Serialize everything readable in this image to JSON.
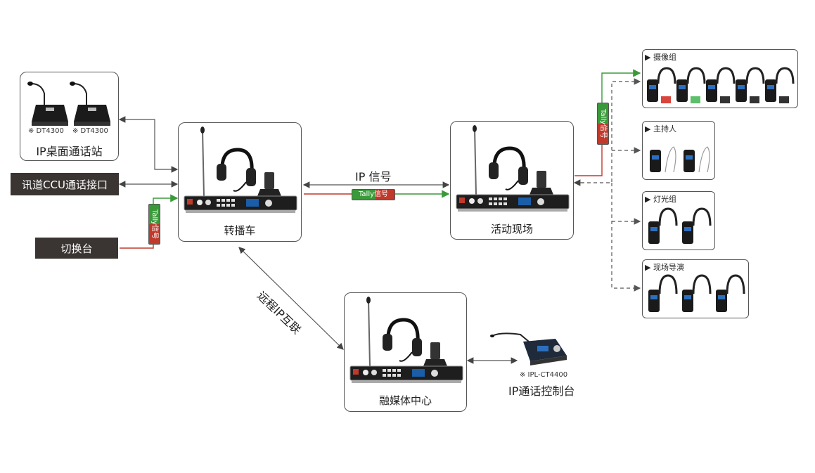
{
  "left": {
    "desk_station": {
      "model_a": "※ DT4300",
      "model_b": "※ DT4300",
      "label": "IP桌面通话站"
    },
    "ccu_label": "讯道CCU通话接口",
    "switcher_label": "切换台"
  },
  "nodes": {
    "obvan": "转播车",
    "event_site": "活动现场",
    "media_center": "融媒体中心"
  },
  "links": {
    "ip_signal": "IP 信号",
    "tally_signal": "Tally信号",
    "tally_vertical_left": "Tally信号",
    "tally_vertical_right": "Tally信号",
    "remote_ip": "远程IP互联"
  },
  "console": {
    "model": "※ IPL-CT4400",
    "label": "IP通话控制台"
  },
  "groups": {
    "camera": "▶ 摄像组",
    "host": "▶ 主持人",
    "lighting": "▶ 灯光组",
    "director": "▶ 现场导演"
  },
  "colors": {
    "green": "#3a9a3a",
    "red": "#c0392b",
    "dark": "#3a3533",
    "line": "#555555"
  }
}
